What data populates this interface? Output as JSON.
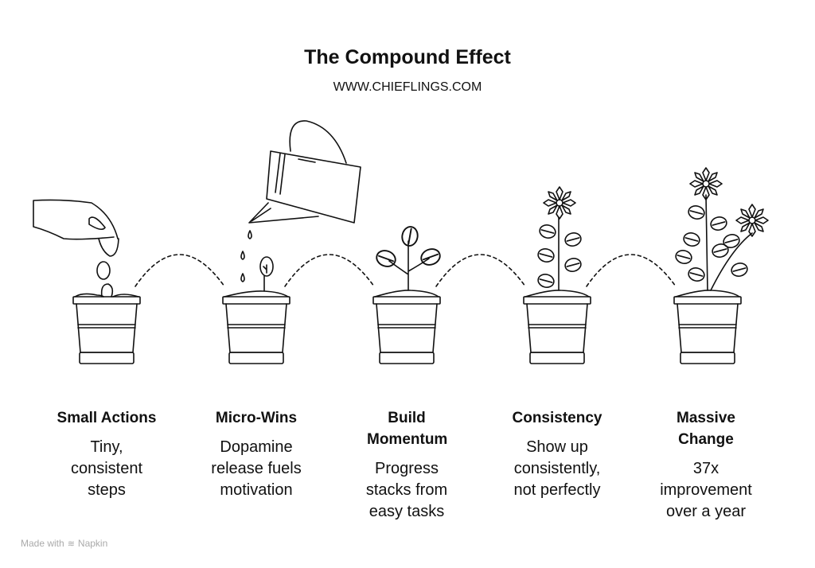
{
  "header": {
    "title": "The Compound Effect",
    "subtitle": "WWW.CHIEFLINGS.COM"
  },
  "steps": [
    {
      "title": "Small Actions",
      "description": "Tiny, consistent steps",
      "icon": "hand-planting-seeds-icon"
    },
    {
      "title": "Micro-Wins",
      "description": "Dopamine release fuels motivation",
      "icon": "watering-can-sprout-icon"
    },
    {
      "title": "Build Momentum",
      "description": "Progress stacks from easy tasks",
      "icon": "seedling-icon"
    },
    {
      "title": "Consistency",
      "description": "Show up consistently, not perfectly",
      "icon": "flowering-plant-icon"
    },
    {
      "title": "Massive Change",
      "description": "37x improvement over a year",
      "icon": "full-grown-plant-icon"
    }
  ],
  "footer": {
    "made_with": "Made with",
    "brand": "Napkin"
  }
}
